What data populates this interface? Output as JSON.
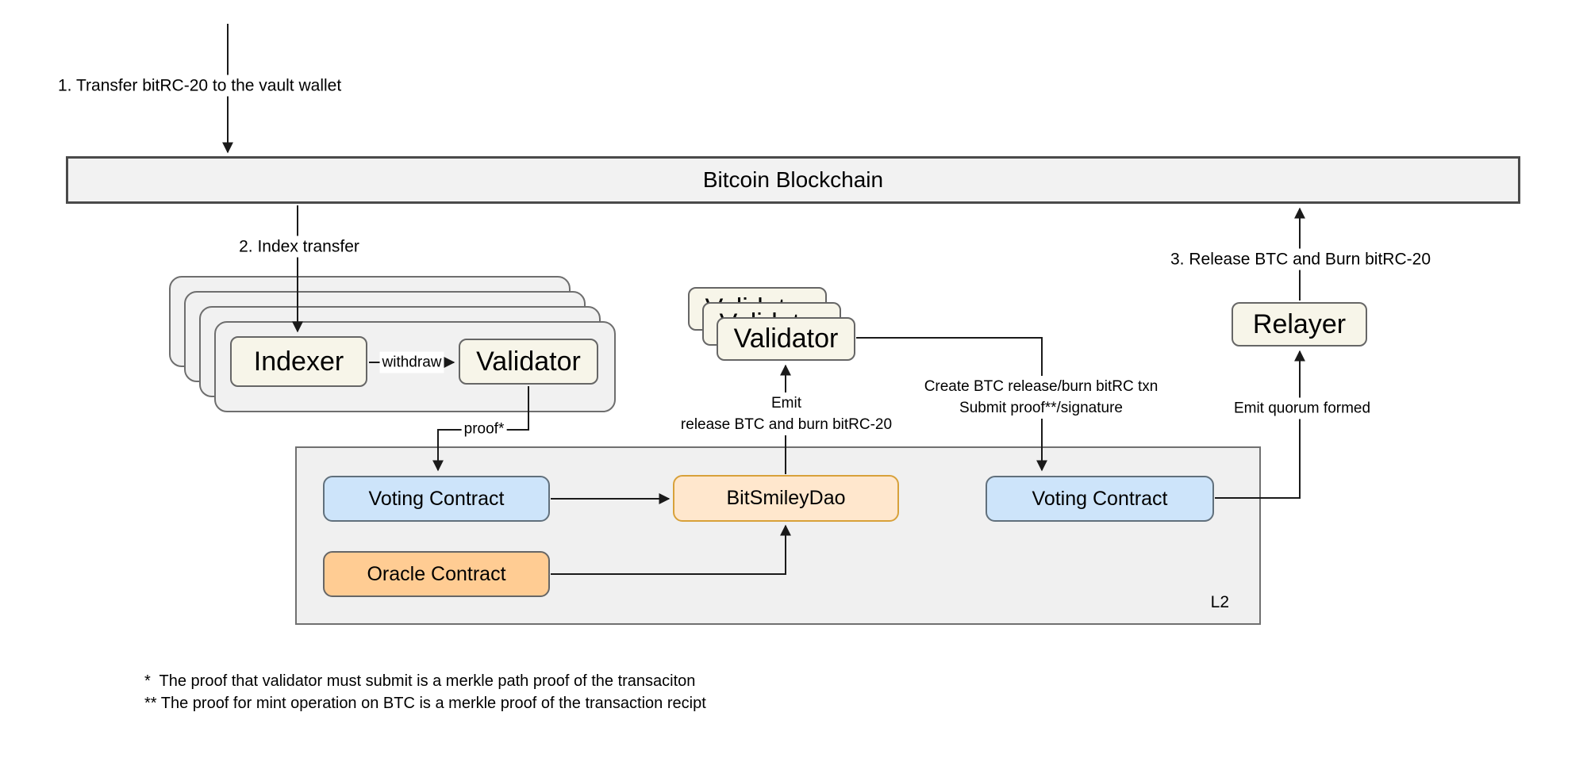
{
  "steps": {
    "step1": "1. Transfer bitRC-20 to the vault wallet",
    "step2": "2. Index transfer",
    "step3": "3. Release BTC and Burn bitRC-20"
  },
  "nodes": {
    "bitcoin_blockchain": "Bitcoin Blockchain",
    "indexer": "Indexer",
    "validator": "Validator",
    "relayer": "Relayer",
    "voting_contract_left": "Voting Contract",
    "bitsmiley_dao": "BitSmileyDao",
    "oracle_contract": "Oracle Contract",
    "voting_contract_right": "Voting Contract",
    "l2": "L2"
  },
  "edge_labels": {
    "withdraw": "withdraw",
    "proof": "proof*",
    "emit_line1": "Emit",
    "emit_line2": "release BTC and burn bitRC-20",
    "create_line1": "Create BTC release/burn bitRC txn",
    "create_line2": "Submit proof**/signature",
    "emit_quorum": "Emit quorum formed"
  },
  "footnotes": {
    "line1": "*  The proof that validator must submit is a merkle path proof of the transaciton",
    "line2": "** The proof for mint operation on BTC is a merkle proof of the transaction recipt"
  },
  "colors": {
    "node_cream": "#f7f5e9",
    "node_blue": "#cde4fa",
    "node_peach": "#ffe7cd",
    "node_peach_border": "#d8a13a",
    "node_orange": "#ffcc93",
    "container_gray": "#f1f1f1",
    "border_gray": "#666666",
    "arrow_black": "#1a1a1a"
  }
}
